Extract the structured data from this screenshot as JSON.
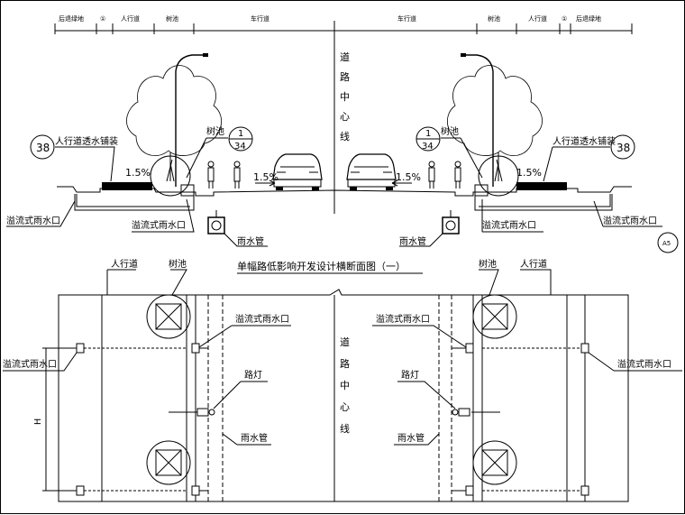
{
  "dimension_row": {
    "left": [
      "后退绿地",
      "①",
      "人行道",
      "树池",
      "车行道"
    ],
    "right": [
      "车行道",
      "树池",
      "人行道",
      "①",
      "后退绿地"
    ]
  },
  "road_centerline_upper": [
    "道",
    "路",
    "中",
    "心",
    "线"
  ],
  "road_centerline_lower": [
    "道",
    "路",
    "中",
    "心",
    "线"
  ],
  "section": {
    "sidewalk_paving_left": "人行道透水铺装",
    "sidewalk_paving_right": "人行道透水铺装",
    "detail_ref": "38",
    "tree_pit": "树池",
    "tree_pit_ref_num": "1",
    "tree_pit_ref_den": "34",
    "slope_sidewalk": "1.5%",
    "slope_road": "1.5%",
    "overflow_inlet_outer": "溢流式雨水口",
    "overflow_inlet_inner": "溢流式雨水口",
    "storm_pipe": "雨水管",
    "sheet_ref": "A5"
  },
  "plan": {
    "title": "单幅路低影响开发设计横断面图（一）",
    "sidewalk": "人行道",
    "tree_pit": "树池",
    "overflow_inlet": "溢流式雨水口",
    "street_light": "路灯",
    "storm_pipe": "雨水管",
    "dim_h": "H"
  },
  "colors": {
    "line": "#000000",
    "background": "#ffffff"
  }
}
